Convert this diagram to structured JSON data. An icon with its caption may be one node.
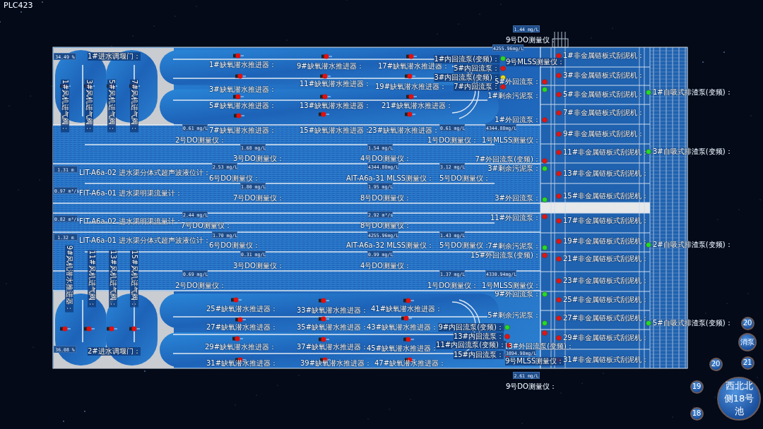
{
  "diagram": {
    "nodes": [
      {
        "text": [
          "34.49 %"
        ],
        "beside": [
          "1#进水调堰门："
        ]
      },
      {
        "text": [
          "0.61 mg/L"
        ],
        "beside": [
          "2号DO测量仪："
        ]
      },
      {
        "text": [
          "0.61 mg/L"
        ],
        "beside": [
          "1号DO测量仪："
        ]
      },
      {
        "text": [
          "4344.88mg/L"
        ],
        "beside": [
          "1号MLSS测量仪："
        ]
      },
      {
        "text": [
          "1.68 mg/L"
        ],
        "beside": [
          "3号DO测量仪："
        ]
      },
      {
        "text": [
          "1.54 mg/L"
        ],
        "beside": [
          "4号DO测量仪："
        ]
      },
      {
        "text": [
          "1.31 m"
        ]
      },
      {
        "text": [
          "2.53 mg/L"
        ],
        "beside": [
          "6号DO测量仪："
        ]
      },
      {
        "text": [
          "4344.88mg/L"
        ],
        "beside": [
          "AIT-A6a-31 MLSS测量仪："
        ]
      },
      {
        "text": [
          "3.12 mg/L"
        ],
        "beside": [
          "5号DO测量仪："
        ]
      },
      {
        "text": [
          "0.97 m³/s"
        ]
      },
      {
        "text": [
          "1.80 mg/L"
        ],
        "beside": [
          "7号DO测量仪："
        ]
      },
      {
        "text": [
          "1.95 mg/L"
        ],
        "beside": [
          "8号DO测量仪："
        ]
      },
      {
        "text": [
          "1.44 mg/L"
        ],
        "beside": [
          "9号DO测量仪："
        ]
      },
      {
        "text": [
          "4255.96mg/L"
        ],
        "beside": [
          "9号MLSS测量仪："
        ]
      },
      {
        "text": [
          "2.44 mg/L"
        ],
        "beside": [
          "7号DO测量仪："
        ]
      },
      {
        "text": [
          "2.92 m³/s"
        ],
        "beside": [
          "8号DO测量仪："
        ]
      },
      {
        "text": [
          "0.82 m³/s"
        ]
      },
      {
        "text": [
          "1.32 m"
        ]
      },
      {
        "text": [
          "1.70 mg/L"
        ],
        "beside": [
          "6号DO测量仪："
        ]
      },
      {
        "text": [
          "4255.96mg/L"
        ],
        "beside": [
          "AIT-A6a-32 MLSS测量仪："
        ]
      },
      {
        "text": [
          "1.43 mg/L"
        ],
        "beside": [
          "5号DO测量仪："
        ]
      },
      {
        "text": [
          "0.31 mg/L"
        ],
        "beside": [
          "3号DO测量仪："
        ]
      },
      {
        "text": [
          "0.99 mg/L"
        ],
        "beside": [
          "4号DO测量仪："
        ]
      },
      {
        "text": [
          "0.69 mg/L"
        ],
        "beside": [
          "2号DO测量仪："
        ]
      },
      {
        "text": [
          "1.37 mg/L"
        ],
        "beside": [
          "1号DO测量仪："
        ]
      },
      {
        "text": [
          "4330.94mg/L"
        ],
        "beside": [
          "1号MLSS测量仪："
        ]
      },
      {
        "text": [
          "36.08 %"
        ],
        "beside": [
          "2#进水调堰门："
        ]
      },
      {
        "text": [
          "3894.98mg/L"
        ],
        "beside": [
          "9号MLSS测量仪："
        ]
      },
      {
        "text": [
          "2.61 mg/L"
        ],
        "beside": [
          "9号DO测量仪："
        ]
      },
      {
        "text": [
          "20"
        ]
      },
      {
        "text": [
          "消泵"
        ]
      },
      {
        "text": [
          "20"
        ]
      },
      {
        "text": [
          "21"
        ]
      },
      {
        "text": [
          "19"
        ]
      },
      {
        "text": [
          "西北北侧18号池"
        ]
      },
      {
        "text": [
          "18"
        ]
      }
    ],
    "labels": [
      "PLC423",
      "1#缺氧潜水推进器：",
      "3#缺氧潜水推进器：",
      "5#缺氧潜水推进器：",
      "7#缺氧潜水推进器：",
      "9#缺氧潜水推进器：",
      "11#缺氧潜水推进器：",
      "13#缺氧潜水推进器：",
      "15#缺氧潜水推进器：",
      "17#缺氧潜水推进器：",
      "19#缺氧潜水推进器：",
      "21#缺氧潜水推进器：",
      "23#缺氧潜水推进器：",
      "1#风机进气阀：",
      "3#风机进气阀：",
      "5#风机进气阀：",
      "7#风机进气阀：",
      "1#内回流泵(变频)：",
      "5#内回流泵：",
      "3#内回流泵(变频)：",
      "7#内回流泵：",
      "5#外回流泵：",
      "1#剩余污泥泵：",
      "1#外回流泵：",
      "7#外回流泵(变频)：",
      "3#剩余污泥泵：",
      "3#外回流泵：",
      "11#外回流泵：",
      "7#剩余污泥泵：",
      "15#外回流泵(变频)：",
      "9#外回流泵：",
      "5#剩余污泥泵：",
      "13#外回流泵(变频)：",
      "9#内回流泵(变频)：",
      "13#内回流泵：",
      "11#内回流泵(变频)：",
      "15#内回流泵：",
      "1#非金属链板式刮泥机：",
      "3#非金属链板式刮泥机：",
      "5#非金属链板式刮泥机：",
      "7#非金属链板式刮泥机：",
      "9#非金属链板式刮泥机：",
      "11#非金属链板式刮泥机：",
      "13#非金属链板式刮泥机：",
      "15#非金属链板式刮泥机：",
      "17#非金属链板式刮泥机：",
      "19#非金属链板式刮泥机：",
      "21#非金属链板式刮泥机：",
      "23#非金属链板式刮泥机：",
      "25#非金属链板式刮泥机：",
      "27#非金属链板式刮泥机：",
      "29#非金属链板式刮泥机：",
      "31#非金属链板式刮泥机：",
      "1#自吸式排渣泵(变频)：",
      "3#自吸式排渣泵(变频)：",
      "2#自吸式排渣泵(变频)：",
      "5#自吸式排渣泵(变频)：",
      "9#风机潜水推进器：",
      "11#风机进气阀：",
      "13#风机进气阀：",
      "15#风机进气阀：",
      "25#缺氧潜水推进器：",
      "27#缺氧潜水推进器：",
      "29#缺氧潜水推进器：",
      "31#缺氧潜水推进器：",
      "33#缺氧潜水推进器：",
      "35#缺氧潜水推进器：",
      "37#缺氧潜水推进器：",
      "39#缺氧潜水推进器：",
      "41#缺氧潜水推进器：",
      "43#缺氧潜水推进器：",
      "45#缺氧潜水推进器：",
      "47#缺氧潜水推进器：",
      "LIT-A6a-02 进水渠分体式超声波液位计：",
      "FIT-A6a-01 进水渠明渠流量计：",
      "FIT-A6a-02 进水渠明渠流量计：",
      "LIT-A6a-01 进水渠分体式超声波液位计："
    ]
  }
}
